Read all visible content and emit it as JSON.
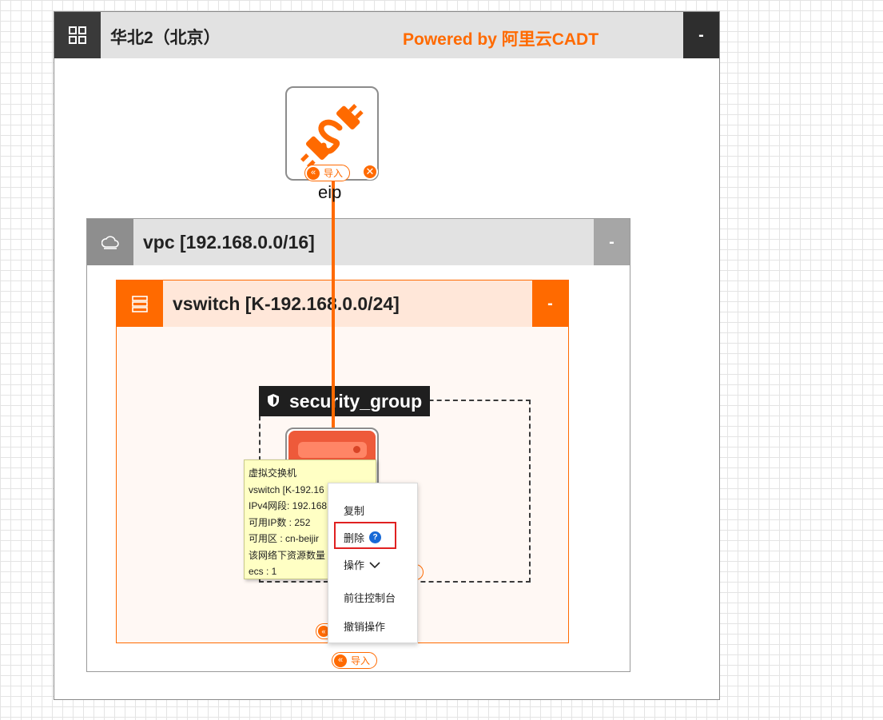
{
  "region": {
    "title": "华北2（北京）",
    "powered_by": "Powered by 阿里云CADT",
    "collapse": "-"
  },
  "eip": {
    "label": "eip",
    "import_label": "导入",
    "import_arrow": "«",
    "close_symbol": "✕"
  },
  "vpc": {
    "title": "vpc [192.168.0.0/16]",
    "collapse": "-"
  },
  "vswitch": {
    "title": "vswitch [K-192.168.0.0/24]",
    "collapse": "-"
  },
  "security_group": {
    "label": "security_group"
  },
  "tooltip": {
    "lines": [
      "虚拟交换机",
      "vswitch [K-192.16",
      "IPv4网段: 192.168",
      "可用IP数 : 252",
      "可用区 : cn-beijir",
      "该网络下资源数量",
      "ecs : 1"
    ]
  },
  "context_menu": {
    "copy": "复制",
    "delete": "删除",
    "help_symbol": "?",
    "operations": "操作",
    "console": "前往控制台",
    "undo": "撤销操作"
  },
  "bottom_import": {
    "label": "导入",
    "arrow": "«"
  },
  "colors": {
    "accent": "#ff6a00",
    "highlight_border": "#e02020",
    "help_blue": "#1769d6",
    "tooltip_bg": "#ffffc4"
  }
}
